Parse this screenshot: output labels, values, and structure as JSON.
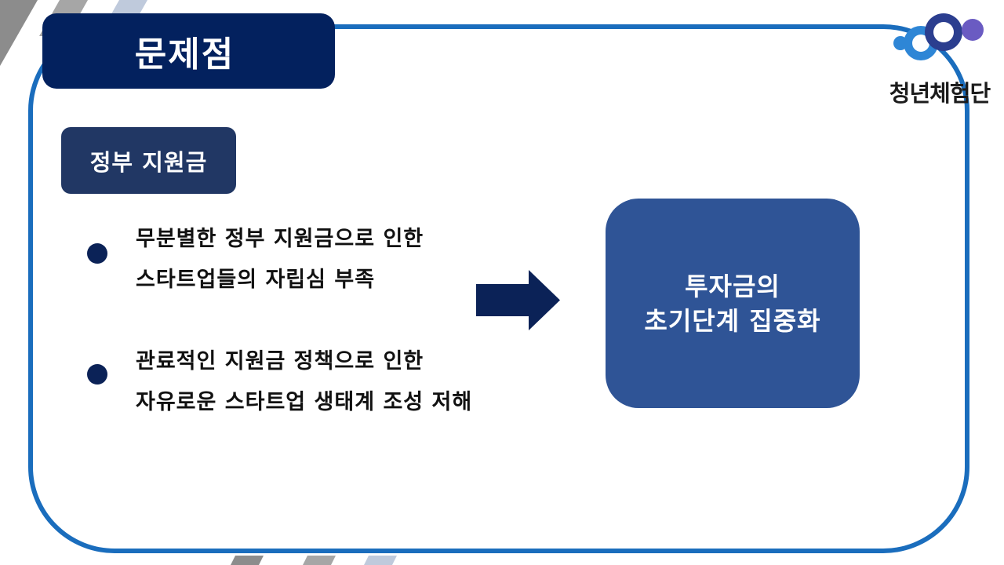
{
  "title": "문제점",
  "logo": {
    "text": "청년체험단",
    "icon": "circles-logo-icon"
  },
  "section": {
    "label": "정부 지원금"
  },
  "problems": [
    {
      "line1": "무분별한 정부 지원금으로 인한",
      "line2": "스타트업들의 자립심 부족"
    },
    {
      "line1": "관료적인 지원금 정책으로 인한",
      "line2": "자유로운 스타트업 생태계 조성 저해"
    }
  ],
  "arrow_icon": "right-arrow-icon",
  "result": {
    "line1": "투자금의",
    "line2": "초기단계 집중화"
  },
  "colors": {
    "frame": "#1a6dbd",
    "title_bg": "#03215e",
    "section_bg": "#213764",
    "result_bg": "#2f5496",
    "bullet": "#0b2257"
  }
}
